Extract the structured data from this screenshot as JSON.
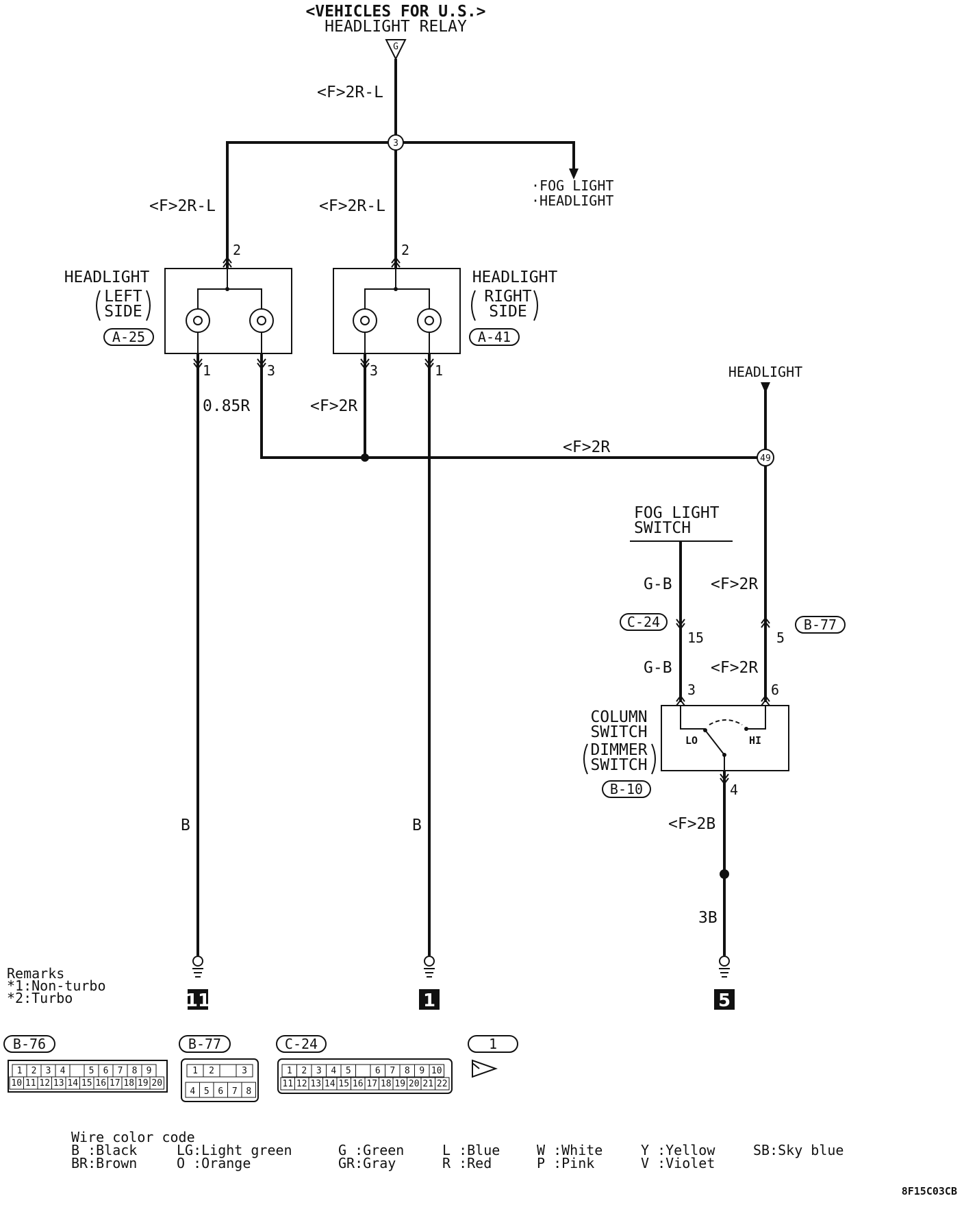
{
  "header": {
    "market": "<VEHICLES FOR U.S.>",
    "relay": "HEADLIGHT RELAY",
    "relay_pin": "G"
  },
  "wires": {
    "relay_out": "<F>2R-L",
    "left_feed": "<F>2R-L",
    "right_feed": "<F>2R-L",
    "left_pin1": "0.85R",
    "right_pin3": "<F>2R",
    "common_ground": "<F>2R",
    "fog_gb": "G-B",
    "fog_2r": "<F>2R",
    "col_gb": "G-B",
    "col_2r": "<F>2R",
    "col_ground": "<F>2B",
    "ground_3b": "3B",
    "left_b": "B",
    "right_b": "B"
  },
  "junctions": {
    "top": "3",
    "mid": "49"
  },
  "branch_to": {
    "fog": "·FOG LIGHT",
    "headlight": "·HEADLIGHT"
  },
  "headlight_ext": "HEADLIGHT",
  "left_headlight": {
    "title": "HEADLIGHT",
    "side1": "LEFT",
    "side2": "SIDE",
    "connector": "A-25",
    "pin_top": "2",
    "pin_a": "1",
    "pin_b": "3"
  },
  "right_headlight": {
    "title": "HEADLIGHT",
    "side1": "RIGHT",
    "side2": "SIDE",
    "connector": "A-41",
    "pin_top": "2",
    "pin_a": "3",
    "pin_b": "1"
  },
  "fog_switch": {
    "line1": "FOG LIGHT",
    "line2": "SWITCH",
    "conn_left": "C-24",
    "conn_right": "B-77",
    "pin_left": "15",
    "pin_right": "5"
  },
  "column_switch": {
    "line1": "COLUMN",
    "line2": "SWITCH",
    "line3": "DIMMER",
    "line4": "SWITCH",
    "connector": "B-10",
    "lo": "LO",
    "hi": "HI",
    "pin_lo": "3",
    "pin_hi": "6",
    "pin_gnd": "4"
  },
  "grounds": {
    "left": "11",
    "center": "1",
    "right": "5"
  },
  "remarks": {
    "title": "Remarks",
    "r1": "*1:Non-turbo",
    "r2": "*2:Turbo"
  },
  "connectors": {
    "b76": {
      "label": "B-76",
      "row1": [
        "1",
        "2",
        "3",
        "4",
        "",
        "5",
        "6",
        "7",
        "8",
        "9"
      ],
      "row2": [
        "10",
        "11",
        "12",
        "13",
        "14",
        "15",
        "16",
        "17",
        "18",
        "19",
        "20"
      ]
    },
    "b77": {
      "label": "B-77",
      "row1": [
        "1",
        "2",
        "",
        "3"
      ],
      "row2": [
        "4",
        "5",
        "6",
        "7",
        "8"
      ]
    },
    "c24": {
      "label": "C-24",
      "row1": [
        "1",
        "2",
        "3",
        "4",
        "5",
        "",
        "6",
        "7",
        "8",
        "9",
        "10"
      ],
      "row2": [
        "11",
        "12",
        "13",
        "14",
        "15",
        "16",
        "17",
        "18",
        "19",
        "20",
        "21",
        "22"
      ]
    },
    "page": {
      "label": "1"
    }
  },
  "legend": {
    "title": "Wire color code",
    "items": [
      "B :Black",
      "BR:Brown",
      "LG:Light green",
      "O :Orange",
      "G :Green",
      "GR:Gray",
      "L :Blue",
      "R :Red",
      "W :White",
      "P :Pink",
      "Y :Yellow",
      "V :Violet",
      "SB:Sky blue"
    ]
  },
  "doc_code": "8F15C03CB"
}
